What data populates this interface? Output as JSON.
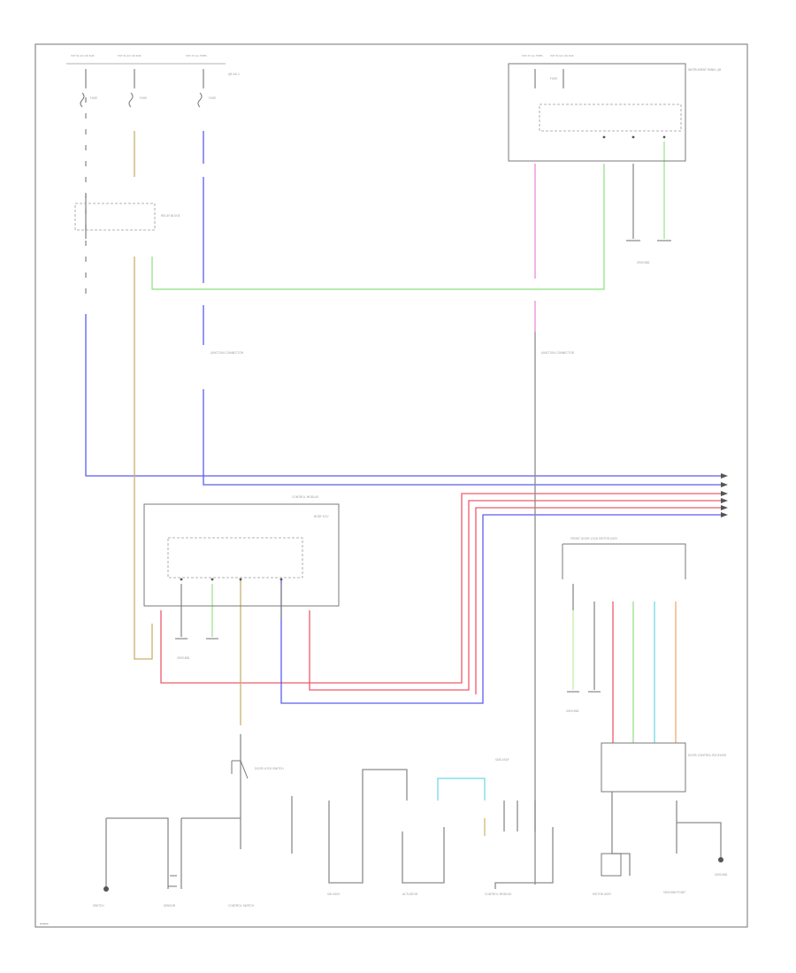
{
  "diagram": {
    "corner_mark": "▬▬▬▬",
    "wire_colors": {
      "blue": "#5a5cf0",
      "tan": "#c9b06a",
      "green": "#8be07d",
      "pink": "#f07fd8",
      "red": "#ef5a6a",
      "cyan": "#6ad6e6",
      "orange": "#f2a064",
      "lt_green": "#b7ea9a",
      "gray": "#8c8c8c"
    },
    "labels": {
      "top_1": "HOT IN ACC OR RUN",
      "top_2": "HOT IN ACC OR RUN",
      "top_3": "HOT AT ALL TIMES",
      "top_4": "HOT AT ALL TIMES",
      "top_5": "HOT IN ACC OR RUN",
      "fuse_1": "FUSE",
      "fuse_2": "FUSE",
      "fuse_3": "FUSE",
      "fuse_4": "FUSE",
      "relay_box": "J/B NO.1",
      "relay_box_2": "RELAY BLOCK",
      "jb_right": "INSTRUMENT PANEL J/B",
      "jb_mid": "CONTROL MODULE",
      "jb_mid_2": "BODY ECU",
      "conn_right": "FRONT DOOR LOCK MOTOR ASSY",
      "ground_1": "GROUND",
      "ground_2": "GROUND",
      "ground_3": "GROUND",
      "ground_4": "GROUND",
      "lower_1": "SWITCH",
      "lower_2": "SENSOR",
      "lower_3": "CONTROL SWITCH",
      "lower_4": "SW ASSY",
      "lower_5": "CONTROL MODULE",
      "lower_6": "ACTUATOR",
      "lower_7": "MOTOR ASSY",
      "lower_8": "GROUND POINT",
      "mid_conn": "JUNCTION CONNECTOR",
      "mid_conn_2": "JUNCTION CONNECTOR",
      "lock_sw": "DOOR LOCK SWITCH",
      "right_module": "DOOR CONTROL RECEIVER",
      "sub_box": "SUB ASSY"
    }
  }
}
